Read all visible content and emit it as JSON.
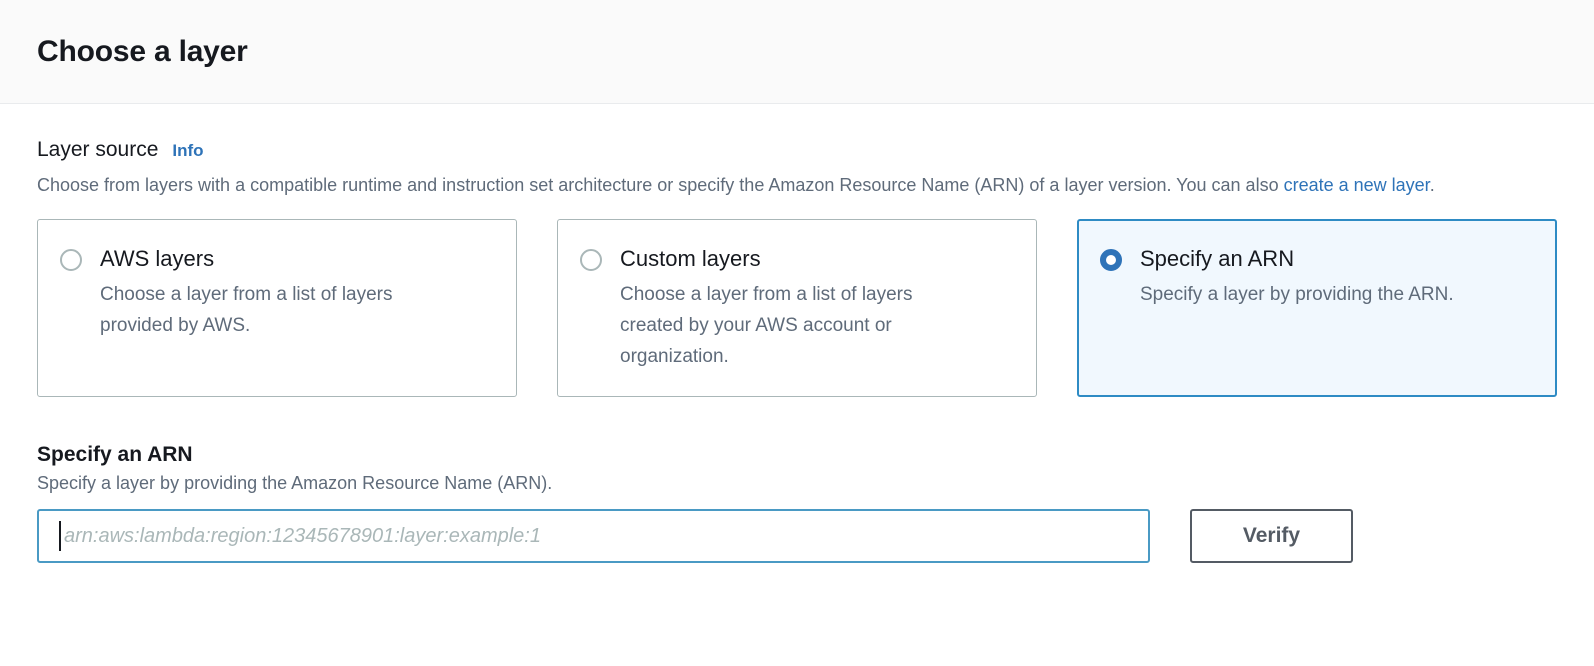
{
  "header": {
    "title": "Choose a layer"
  },
  "layer_source": {
    "label": "Layer source",
    "info_label": "Info",
    "description_part1": "Choose from layers with a compatible runtime and instruction set architecture or specify the Amazon Resource Name (ARN) of a layer version. You can also ",
    "description_link": "create a new layer",
    "description_part2": ".",
    "options": [
      {
        "title": "AWS layers",
        "description": "Choose a layer from a list of layers provided by AWS.",
        "selected": false
      },
      {
        "title": "Custom layers",
        "description": "Choose a layer from a list of layers created by your AWS account or organization.",
        "selected": false
      },
      {
        "title": "Specify an ARN",
        "description": "Specify a layer by providing the ARN.",
        "selected": true
      }
    ]
  },
  "arn_section": {
    "title": "Specify an ARN",
    "description": "Specify a layer by providing the Amazon Resource Name (ARN).",
    "input_value": "",
    "input_placeholder": "arn:aws:lambda:region:12345678901:layer:example:1",
    "verify_label": "Verify"
  },
  "colors": {
    "accent_blue": "#2e73b8",
    "focus_blue": "#4a9ac4",
    "selected_card_bg": "#f1f8fe",
    "text_primary": "#16191f",
    "text_secondary": "#5f6b7a",
    "border_gray": "#aab7b8",
    "header_bg": "#fafafa"
  }
}
